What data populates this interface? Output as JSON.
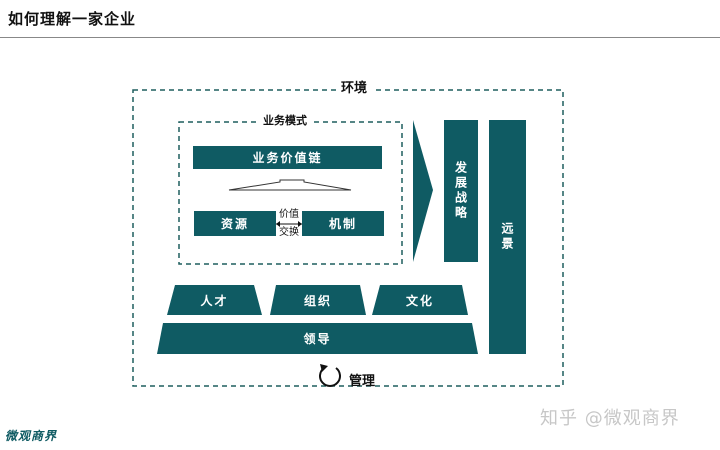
{
  "header": {
    "title": "如何理解一家企业"
  },
  "diagram": {
    "environment_label": "环境",
    "business_model_label": "业务模式",
    "value_chain_label": "业务价值链",
    "resources_label": "资源",
    "mechanism_label": "机制",
    "value_exchange_line1": "价值",
    "value_exchange_line2": "交换",
    "strategy_label": "发展战略",
    "vision_label": "远景",
    "talent_label": "人才",
    "organization_label": "组织",
    "culture_label": "文化",
    "leadership_label": "领导",
    "management_label": "管理"
  },
  "footer": {
    "brand": "微观商界",
    "watermark": "知乎 @微观商界"
  },
  "colors": {
    "teal": "#0f5b63",
    "dash": "#1f5f5f"
  }
}
